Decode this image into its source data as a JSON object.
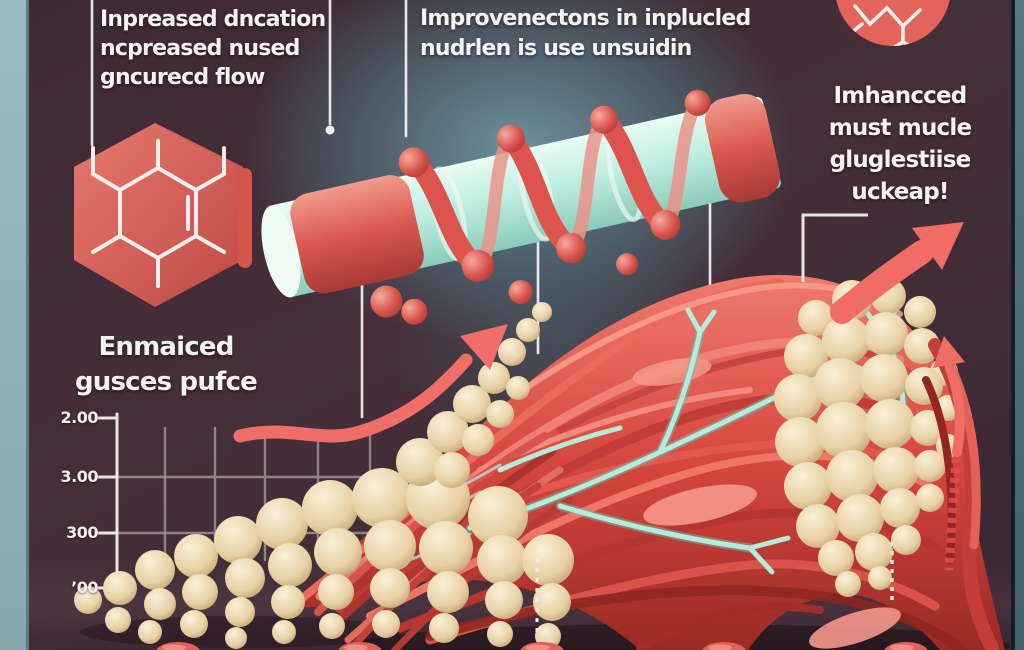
{
  "annotations": {
    "top_left": [
      "Inpreased dncation",
      "ncpreased nused",
      "gncurecd flow"
    ],
    "top_center": [
      "Improvenectons in inplucled",
      "nudrlen is use unsuidin"
    ],
    "right": [
      "Imhancced",
      "must mucle",
      "gluglestiise",
      "uckeap!"
    ],
    "mid_left": [
      "Enmaiced",
      "gusces pufce"
    ]
  },
  "chart_data": {
    "type": "line",
    "title": "",
    "xlabel": "",
    "ylabel": "",
    "y_tick_labels": [
      "2.00",
      "3.00",
      "300",
      "’00"
    ],
    "x_tick_labels": [],
    "grid": true,
    "legend": "none",
    "series": [
      {
        "name": "rising-red-ribbon-arrow",
        "trend": "increasing",
        "approx_x": [
          240,
          330,
          420,
          505
        ],
        "approx_y": [
          437,
          430,
          408,
          330
        ]
      }
    ]
  },
  "icons": {
    "hexagon_molecule": "molecule-structure-in-red-hexagon",
    "circle_molecule": "molecule-structure-in-red-circle",
    "arrows": "red-upward-trend-arrows"
  },
  "colors": {
    "background": "#402c37",
    "glow": "#5d7d89",
    "accent_red": "#e2635c",
    "arrow_red": "#f06e68",
    "mint": "#b9ecdd",
    "tan_spheres": "#e9d4ab",
    "left_strip": "#93b6bc",
    "right_strip": "#4e6e78",
    "text": "#f3f3f3"
  }
}
